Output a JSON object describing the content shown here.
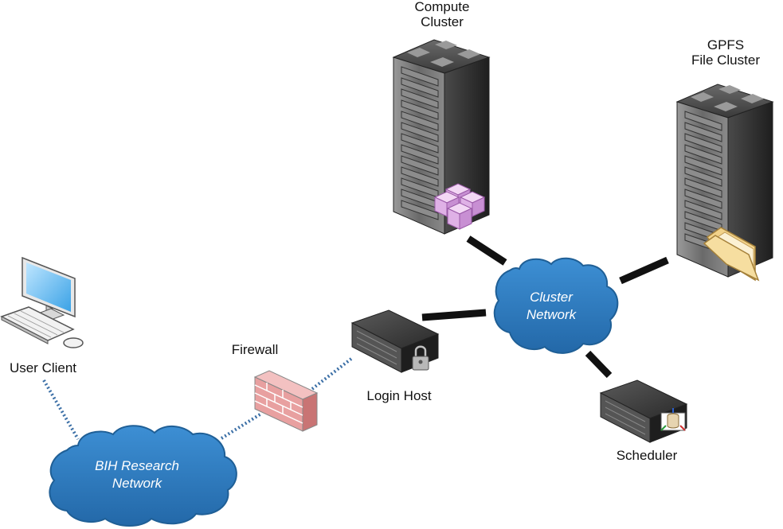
{
  "nodes": {
    "compute_cluster": {
      "line1": "Compute",
      "line2": "Cluster"
    },
    "gpfs_cluster": {
      "line1": "GPFS",
      "line2": "File Cluster"
    },
    "user_client": {
      "label": "User Client"
    },
    "firewall": {
      "label": "Firewall"
    },
    "login_host": {
      "label": "Login Host"
    },
    "scheduler": {
      "label": "Scheduler"
    }
  },
  "networks": {
    "cluster_network": {
      "line1": "Cluster",
      "line2": "Network"
    },
    "bih_network": {
      "line1": "BIH Research",
      "line2": "Network"
    }
  },
  "colors": {
    "cloud_fill": "#2f7fc3",
    "cloud_stroke": "#1f5f96",
    "link_solid": "#111111",
    "link_dotted": "#3b6fa6",
    "rack_dark": "#3a3a3a",
    "firewall_brick": "#e8a0a0"
  },
  "edges": [
    {
      "from": "compute_cluster",
      "to": "cluster_network",
      "style": "solid"
    },
    {
      "from": "gpfs_cluster",
      "to": "cluster_network",
      "style": "solid"
    },
    {
      "from": "login_host",
      "to": "cluster_network",
      "style": "solid"
    },
    {
      "from": "scheduler",
      "to": "cluster_network",
      "style": "solid"
    },
    {
      "from": "user_client",
      "to": "bih_network",
      "style": "dotted"
    },
    {
      "from": "bih_network",
      "to": "firewall",
      "style": "dotted"
    },
    {
      "from": "firewall",
      "to": "login_host",
      "style": "dotted"
    }
  ]
}
